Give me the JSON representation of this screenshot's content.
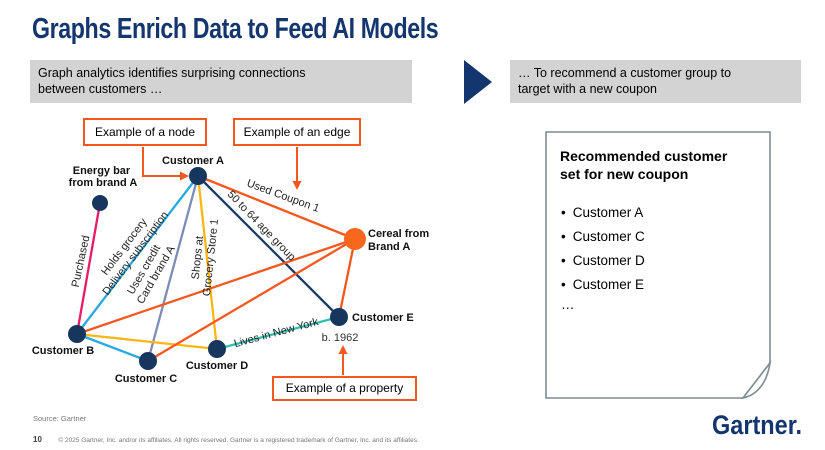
{
  "slide": {
    "title": "Graphs Enrich Data to Feed AI Models"
  },
  "flow": {
    "left_box": {
      "line1": "Graph analytics identifies surprising connections",
      "line2": "between customers …"
    },
    "right_box": {
      "line1": "… To recommend a customer group to",
      "line2": "target with a new coupon"
    }
  },
  "callouts": {
    "node_label": "Example of a node",
    "edge_label": "Example of an edge",
    "property_label": "Example of a property"
  },
  "graph": {
    "nodes": {
      "customer_a": "Customer A",
      "energy_bar_line1": "Energy bar",
      "energy_bar_line2": "from brand A",
      "cereal_line1": "Cereal from",
      "cereal_line2": "Brand A",
      "customer_b": "Customer B",
      "customer_c": "Customer C",
      "customer_d": "Customer D",
      "customer_e": "Customer E"
    },
    "edge_labels": {
      "purchased": "Purchased",
      "holds_line1": "Holds grocery",
      "holds_line2": "Delivery subscription",
      "credit_line1": "Uses credit",
      "credit_line2": "Card brand A",
      "shops_line1": "Shops at",
      "shops_line2": "Grocery Store 1",
      "age_group": "50 to 64 age group",
      "used_coupon": "Used Coupon 1",
      "lives_in": "Lives in New York"
    },
    "property_value": "b. 1962",
    "colors": {
      "node_fill": "#17365D",
      "cereal_fill": "#F8671C",
      "edge_orange": "#F4581E",
      "edge_pink": "#EB1A67",
      "edge_cyan": "#2AA9E0",
      "edge_slate": "#7C8DB5",
      "edge_yellow": "#FDB515",
      "edge_navy": "#1B3B66",
      "edge_teal": "#2DC0AC",
      "callout_orange": "#F4581E"
    }
  },
  "panel": {
    "heading_line1": "Recommended customer",
    "heading_line2": "set for new coupon",
    "bullet_char": "•",
    "items": [
      "Customer A",
      "Customer C",
      "Customer D",
      "Customer E"
    ],
    "more": "…"
  },
  "footer": {
    "source": "Source: Gartner",
    "page_number": "10",
    "copyright": "© 2025 Gartner, Inc. and/or its affiliates. All rights reserved. Gartner is a registered trademark of Gartner, Inc. and its affiliates.",
    "logo_text": "Gartner."
  },
  "colors": {
    "navy": "#14366E",
    "box_gray": "#D3D3D3",
    "panel_border": "#7E8C96"
  }
}
